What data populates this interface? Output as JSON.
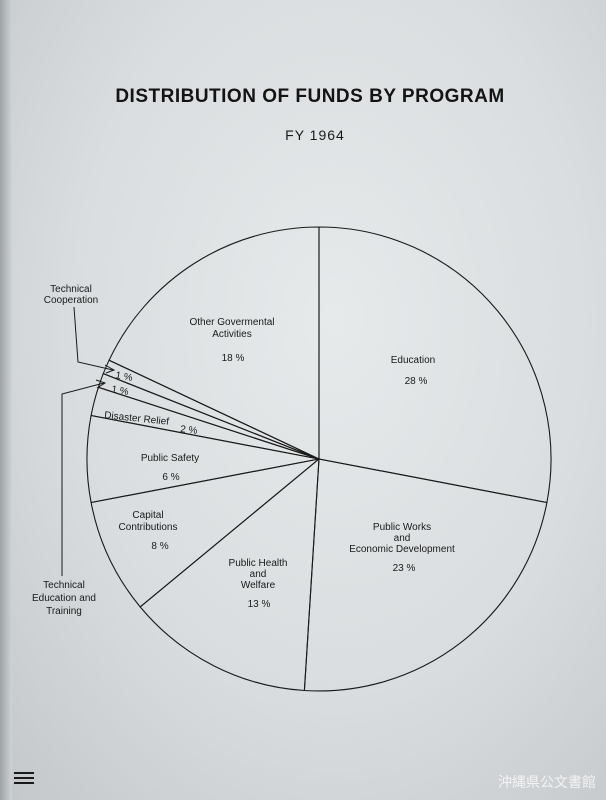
{
  "chart_data": {
    "type": "pie",
    "title": "DISTRIBUTION OF FUNDS BY PROGRAM",
    "subtitle": "FY 1964",
    "slices": [
      {
        "label": "Education",
        "value": 28,
        "value_label": "28 %"
      },
      {
        "label": "Public Works and Economic Development",
        "value": 23,
        "value_label": "23 %"
      },
      {
        "label": "Public Health and Welfare",
        "value": 13,
        "value_label": "13 %"
      },
      {
        "label": "Capital Contributions",
        "value": 8,
        "value_label": "8 %"
      },
      {
        "label": "Public Safety",
        "value": 6,
        "value_label": "6 %"
      },
      {
        "label": "Disaster Relief",
        "value": 2,
        "value_label": "2 %"
      },
      {
        "label": "Technical Education and Training",
        "value": 1,
        "value_label": "1 %"
      },
      {
        "label": "Technical Cooperation",
        "value": 1,
        "value_label": "1 %"
      },
      {
        "label": "Other Govermental Activities",
        "value": 18,
        "value_label": "18 %"
      }
    ]
  },
  "labels": {
    "education": [
      "Education"
    ],
    "public_works": [
      "Public Works",
      "and",
      "Economic Development"
    ],
    "public_health": [
      "Public Health",
      "and",
      "Welfare"
    ],
    "capital": [
      "Capital",
      "Contributions"
    ],
    "public_safety": [
      "Public Safety"
    ],
    "disaster": [
      "Disaster Relief"
    ],
    "other": [
      "Other Govermental",
      "Activities"
    ],
    "tech_coop": [
      "Technical",
      "Cooperation"
    ],
    "tech_edu": [
      "Technical",
      "Education and",
      "Training"
    ]
  },
  "archive_mark": "沖縄県公文書館"
}
